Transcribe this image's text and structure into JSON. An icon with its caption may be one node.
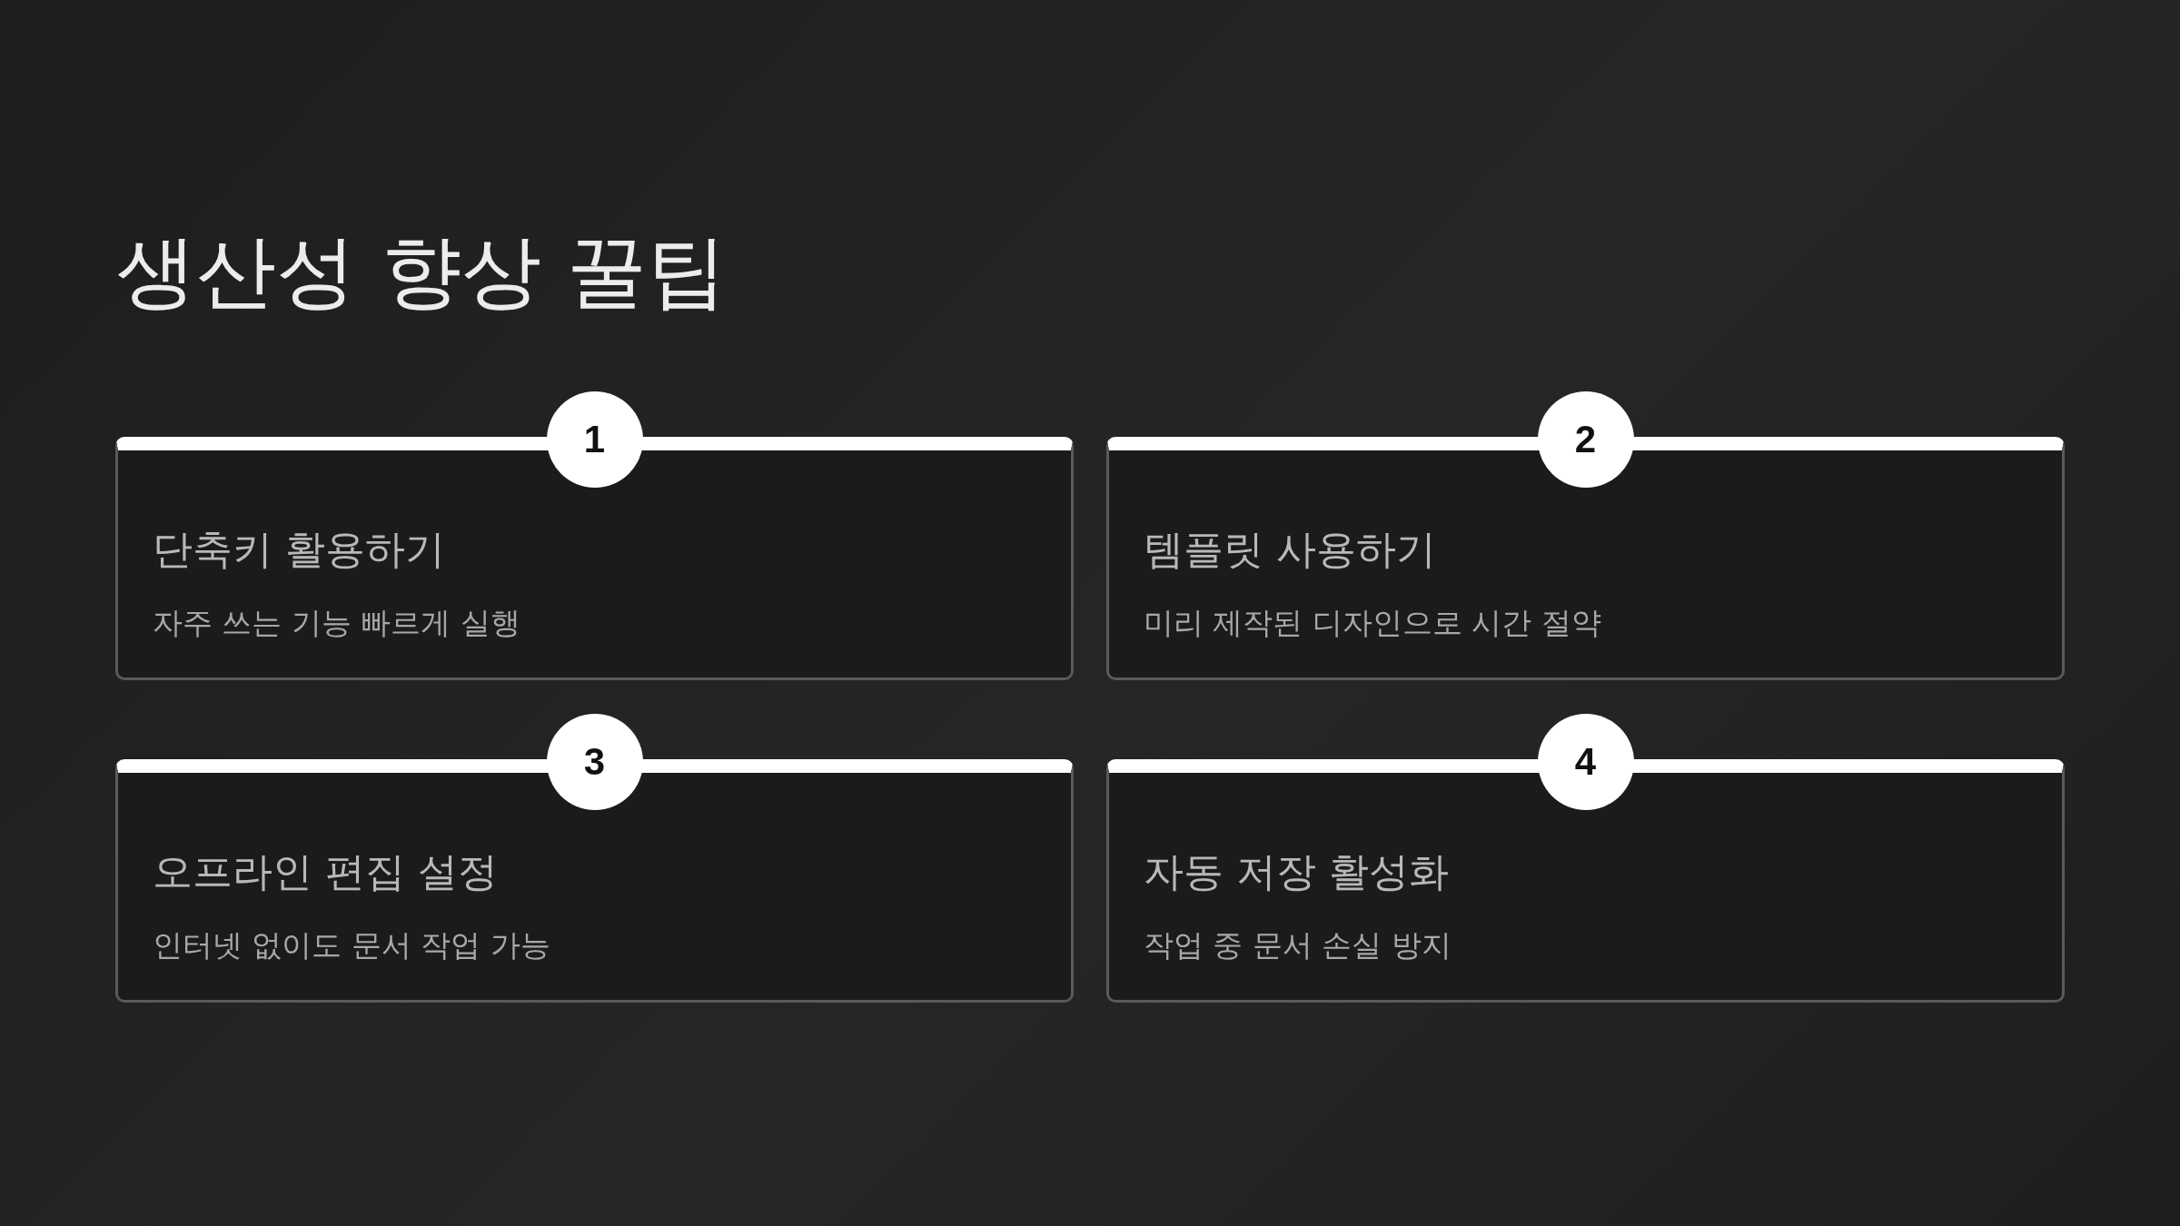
{
  "diagram": {
    "title": "생산성 향상 꿀팁",
    "nodes": [
      {
        "text": [
          "1"
        ]
      },
      {
        "text": [
          "단축키 활용하기",
          "자주 쓰는 기능 빠르게 실행"
        ]
      },
      {
        "text": [
          "2"
        ]
      },
      {
        "text": [
          "템플릿 사용하기",
          "미리 제작된 디자인으로 시간 절약"
        ]
      },
      {
        "text": [
          "3"
        ]
      },
      {
        "text": [
          "오프라인 편집 설정",
          "인터넷 없이도 문서 작업 가능"
        ]
      },
      {
        "text": [
          "4"
        ]
      },
      {
        "text": [
          "자동 저장 활성화",
          "작업 중 문서 손실 방지"
        ]
      }
    ]
  }
}
